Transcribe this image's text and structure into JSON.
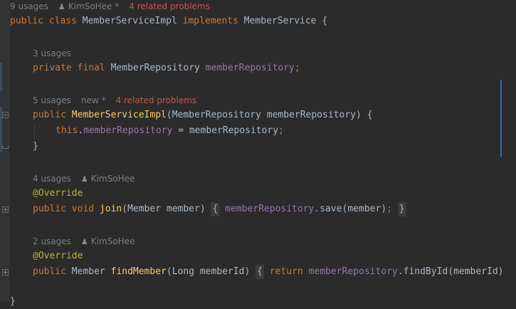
{
  "hints": {
    "class_usages": "9 usages",
    "class_author": "KimSoHee *",
    "class_problems": "4 related problems",
    "field_usages": "3 usages",
    "ctor_usages": "5 usages",
    "ctor_author": "new *",
    "ctor_problems": "4 related problems",
    "join_usages": "4 usages",
    "join_author": "KimSoHee",
    "find_usages": "2 usages",
    "find_author": "KimSoHee"
  },
  "code": {
    "kw_public": "public",
    "kw_class": "class",
    "class_name": "MemberServiceImpl",
    "kw_implements": "implements",
    "iface": "MemberService",
    "open_brace": "{",
    "close_brace": "}",
    "kw_private": "private",
    "kw_final": "final",
    "type_repo": "MemberRepository",
    "field_repo": "memberRepository",
    "semicolon": ";",
    "ctor_name": "MemberServiceImpl",
    "ctor_params_open": "(",
    "ctor_param": "MemberRepository memberRepository",
    "ctor_params_close": ") {",
    "kw_this": "this",
    "dot": ".",
    "assign": " = ",
    "param_repo": "memberRepository",
    "annotation": "@Override",
    "kw_void": "void",
    "join_name": "join",
    "join_params": "(Member member)",
    "fold_open": "{",
    "save_call": ".save(member)",
    "fold_close": "}",
    "type_member": "Member",
    "find_name": "findMember",
    "find_params": "(Long memberId)",
    "kw_return": "return",
    "find_call": ".findById(memberId)"
  },
  "icons": {
    "person": "person-icon",
    "fold": "fold-icon"
  },
  "colors": {
    "background": "#2b2b2b",
    "keyword": "#cc7832",
    "function": "#ffc66d",
    "field": "#9876aa",
    "annotation": "#bbb529",
    "problem": "#c75450"
  }
}
